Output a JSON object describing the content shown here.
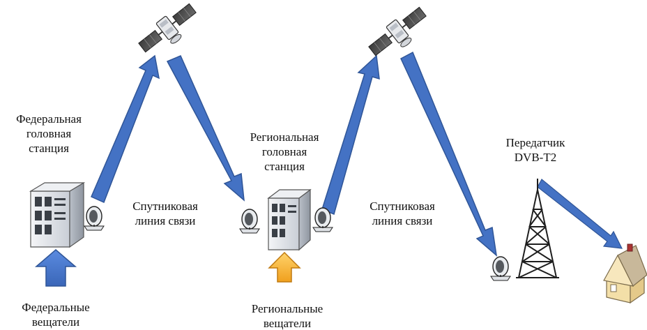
{
  "labels": {
    "federal_head_station": [
      "Федеральная",
      "головная",
      "станция"
    ],
    "regional_head_station": [
      "Региональная",
      "головная",
      "станция"
    ],
    "satellite_link_1": [
      "Спутниковая",
      "линия связи"
    ],
    "satellite_link_2": [
      "Спутниковая",
      "линия связи"
    ],
    "transmitter": [
      "Передатчик",
      "DVB-T2"
    ],
    "federal_broadcasters": [
      "Федеральные",
      "вещатели"
    ],
    "regional_broadcasters": [
      "Региональные",
      "вещатели"
    ]
  },
  "colors": {
    "link_arrow": "#4472c4",
    "link_arrow_dark": "#2f5597",
    "federal_input_arrow": "#4472c4",
    "regional_input_arrow": "#f5a623",
    "server": "#d9dde3",
    "tower": "#1e1e1e",
    "house_wall": "#f3dfa8",
    "house_roof": "#c8b89a"
  },
  "icons": [
    "satellite-icon",
    "server-icon",
    "satellite-dish-icon",
    "transmitter-tower-icon",
    "house-icon"
  ]
}
